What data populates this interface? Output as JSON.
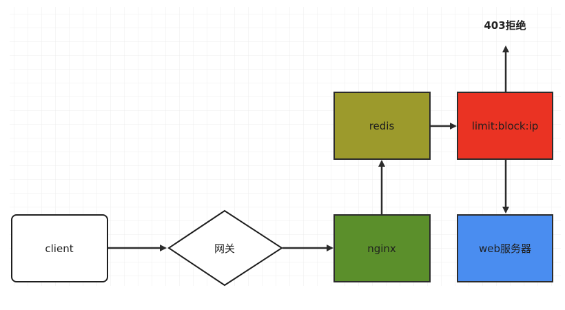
{
  "nodes": {
    "client": {
      "label": "client",
      "fill": "#ffffff"
    },
    "gateway": {
      "label": "网关",
      "fill": "#ffffff"
    },
    "nginx": {
      "label": "nginx",
      "fill": "#5b8f2b"
    },
    "redis": {
      "label": "redis",
      "fill": "#9c9a2c"
    },
    "limit": {
      "label": "limit:block:ip",
      "fill": "#ea3323"
    },
    "web": {
      "label": "web服务器",
      "fill": "#4a8df0"
    }
  },
  "reject_label": "403拒绝",
  "colors": {
    "grid": "#e6e6e6",
    "stroke": "#2b2b2b"
  }
}
